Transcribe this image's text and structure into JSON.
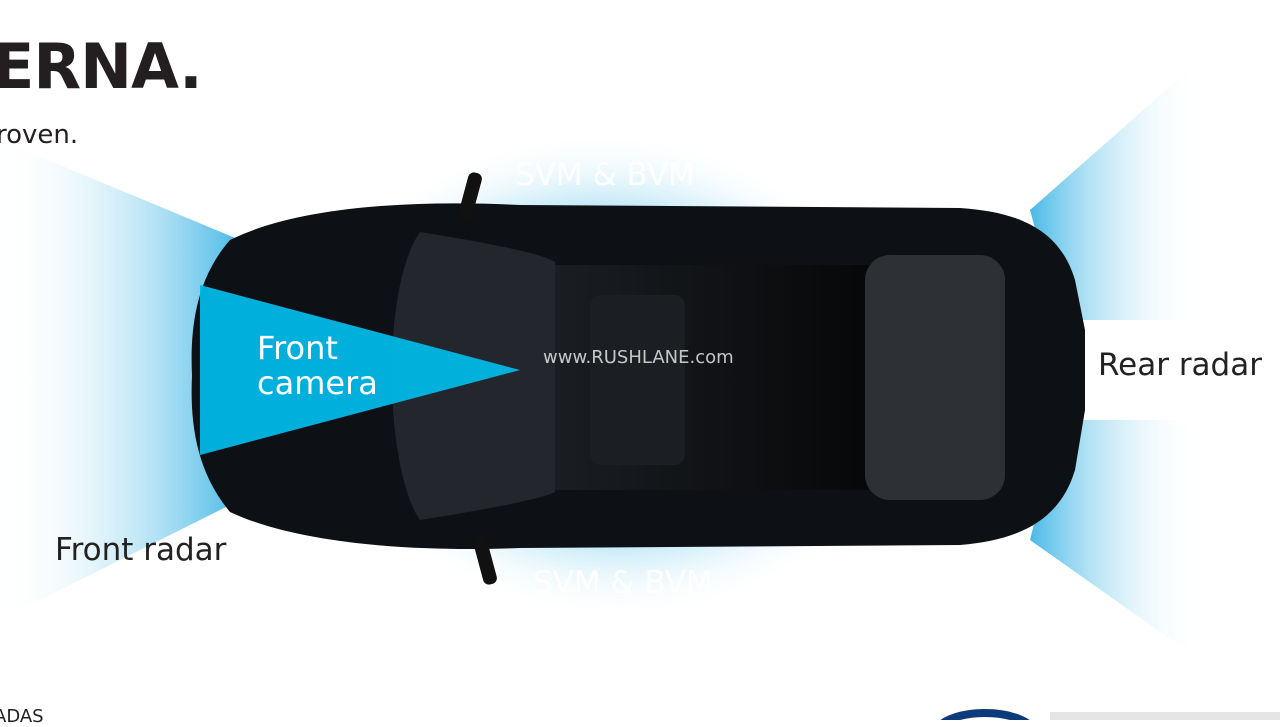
{
  "header": {
    "title": "ERNA.",
    "subtitle": "roven."
  },
  "labels": {
    "svm_top": "SVM & BVM",
    "svm_bottom": "SVM & BVM",
    "front_camera": [
      "Front",
      "camera"
    ],
    "front_radar": "Front radar",
    "rear_radar": "Rear radar"
  },
  "watermark": "www.RUSHLANE.com",
  "footer": {
    "note": "ADAS"
  },
  "colors": {
    "sensor_blue": "#00b8e6",
    "zone_blue": "#5cc6e8",
    "car_body": "#0d1014",
    "text_dark": "#231f20",
    "logo_blue": "#0c3a7a"
  },
  "icons": [
    "hyundai-logo-icon"
  ]
}
